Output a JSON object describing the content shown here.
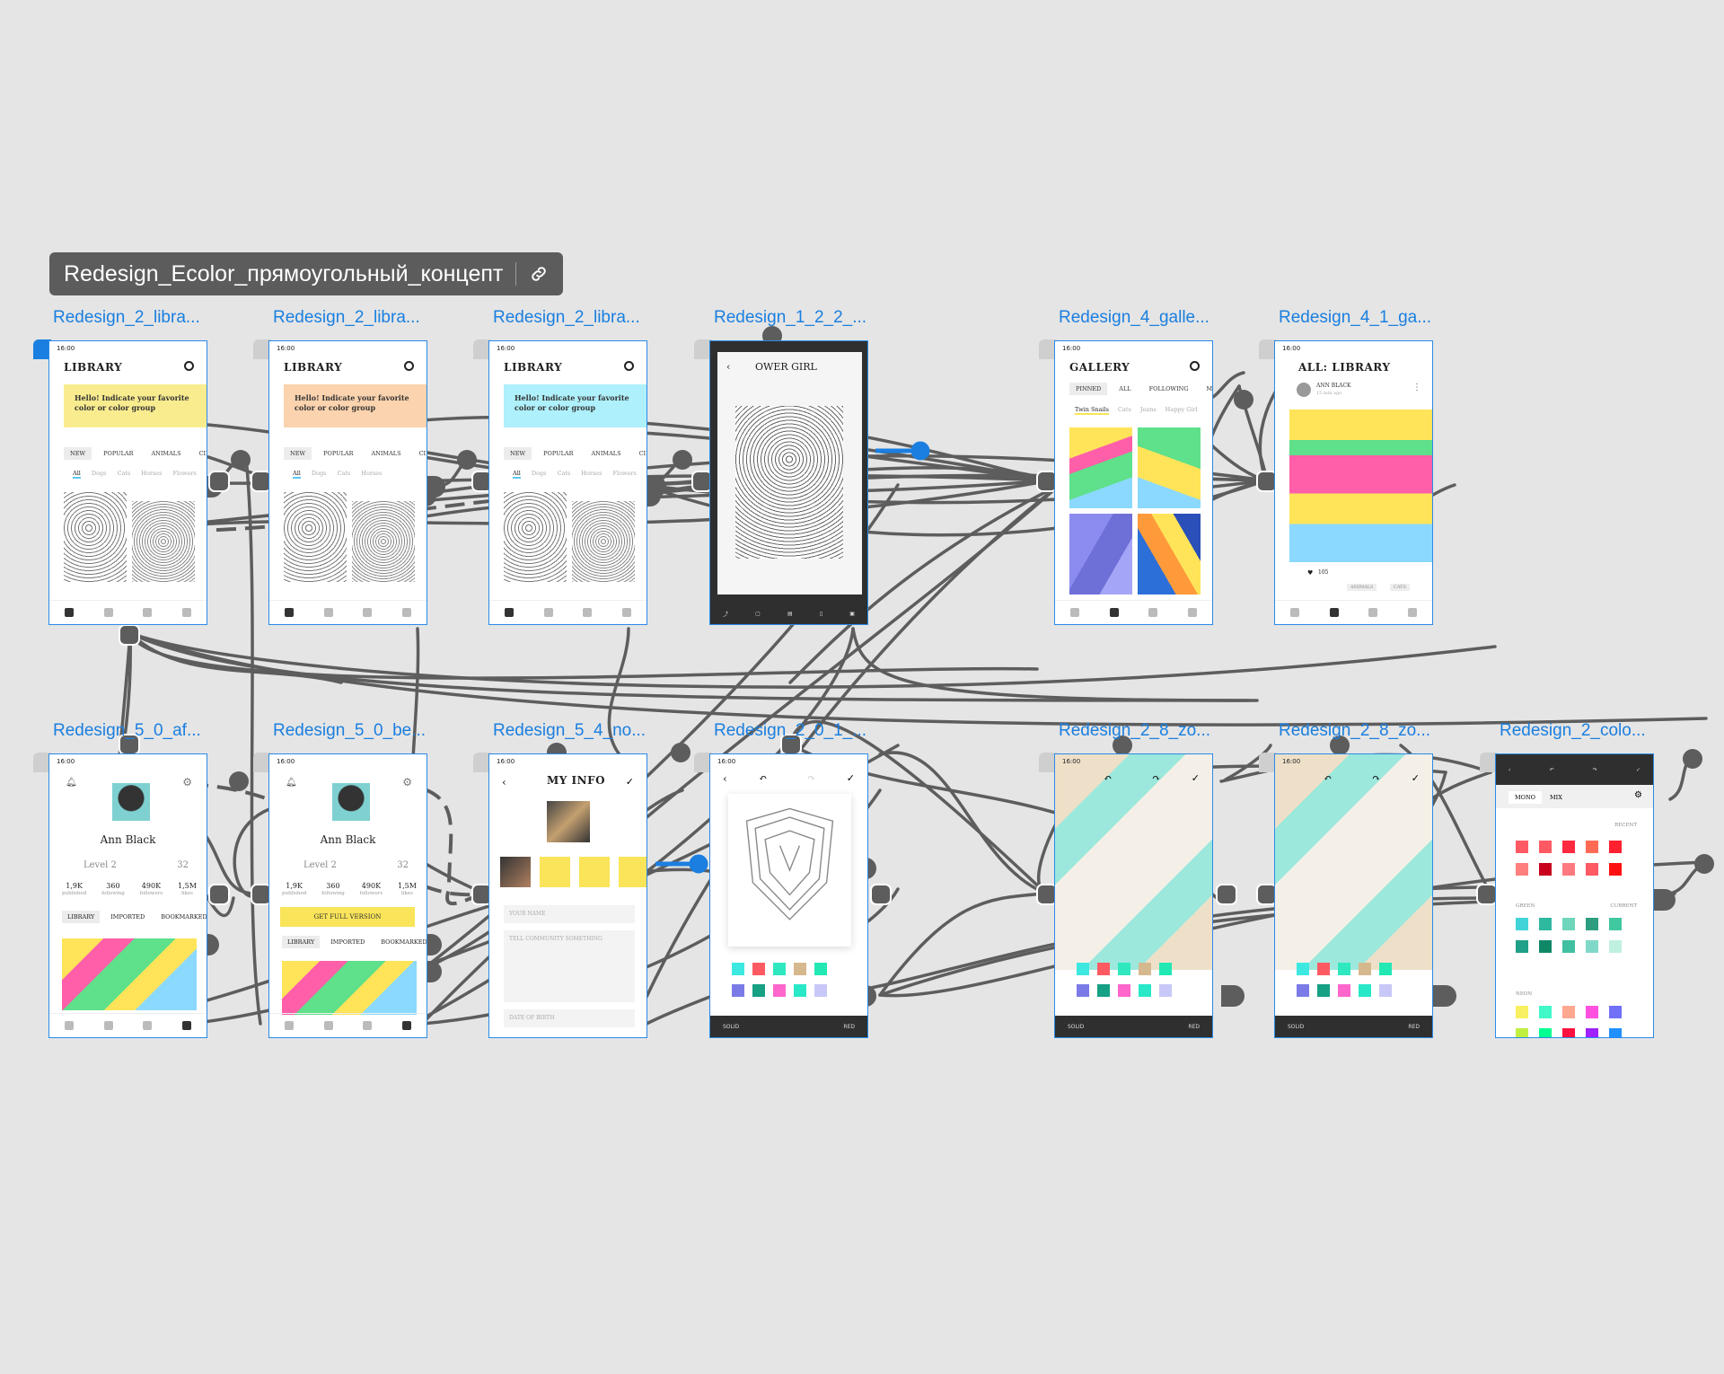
{
  "flow_title": "Redesign_Ecolor_прямоугольный_концепт",
  "artboards": [
    {
      "id": "lib1",
      "label": "Redesign_2_libra..."
    },
    {
      "id": "lib2",
      "label": "Redesign_2_libra..."
    },
    {
      "id": "lib3",
      "label": "Redesign_2_libra..."
    },
    {
      "id": "flower",
      "label": "Redesign_1_2_2_..."
    },
    {
      "id": "gallery",
      "label": "Redesign_4_galle..."
    },
    {
      "id": "gallery2",
      "label": "Redesign_4_1_ga..."
    },
    {
      "id": "prof1",
      "label": "Redesign_5_0_af..."
    },
    {
      "id": "prof2",
      "label": "Redesign_5_0_be..."
    },
    {
      "id": "myinfo",
      "label": "Redesign_5_4_no..."
    },
    {
      "id": "paint1",
      "label": "Redesign_2_0_1_..."
    },
    {
      "id": "zoom1",
      "label": "Redesign_2_8_zo..."
    },
    {
      "id": "zoom2",
      "label": "Redesign_2_8_zo..."
    },
    {
      "id": "colors",
      "label": "Redesign_2_colo..."
    }
  ],
  "screens": {
    "time": "16:00",
    "library": {
      "title": "LIBRARY",
      "banner": "Hello! Indicate your favorite color or color group",
      "chips": [
        "NEW",
        "POPULAR",
        "ANIMALS",
        "CINI"
      ],
      "subchips": [
        "All",
        "Dogs",
        "Cats",
        "Horses",
        "Flowers"
      ],
      "banner_colors": [
        "#f9ec8f",
        "#fbd3ae",
        "#aef0fb"
      ]
    },
    "flower": {
      "title": "OWER GIRL"
    },
    "gallery": {
      "title": "GALLERY",
      "chips": [
        "PINNED",
        "ALL",
        "FOLLOWING",
        "MY LIK"
      ],
      "subchips": [
        "Twin Snails",
        "Cats",
        "Jeans",
        "Happy Girl"
      ]
    },
    "gallery2": {
      "title": "ALL: LIBRARY",
      "user": "ANN BLACK",
      "time_ago": "15 min ago",
      "likes": "105",
      "tag1": "ANIMALS",
      "tag2": "CATS"
    },
    "profile": {
      "name": "Ann Black",
      "level": "Level 2",
      "count": "32",
      "stats": [
        {
          "value": "1,9K",
          "label": "published"
        },
        {
          "value": "360",
          "label": "following"
        },
        {
          "value": "490K",
          "label": "followers"
        },
        {
          "value": "1,5M",
          "label": "likes"
        }
      ],
      "tabs": [
        "LIBRARY",
        "IMPORTED",
        "BOOKMARKED"
      ],
      "tabs2": [
        "LIBRARY",
        "IMPORTED",
        "BOOKMARKED"
      ],
      "get_full": "GET FULL VERSION"
    },
    "myinfo": {
      "title": "MY INFO",
      "name_placeholder": "YOUR NAME",
      "about_placeholder": "TELL COMMUNITY SOMETHING",
      "birth_placeholder": "DATE OF BIRTH"
    },
    "paint": {
      "solid": "SOLID",
      "red": "RED"
    },
    "colors": {
      "mono": "MONO",
      "mix": "MIX",
      "recent": "RECENT",
      "green": "GREEN",
      "current": "CURRENT",
      "neon": "NEON"
    }
  },
  "palette": {
    "paint_swatches": [
      "#3ce8e0",
      "#ff5a64",
      "#2fe8c0",
      "#d6b88e",
      "#22e8b4",
      "#7b7be8",
      "#16a084",
      "#ff66cc",
      "#28e8c8",
      "#c8c8f8"
    ],
    "recent": [
      "#ff5a64",
      "#ff5a64",
      "#ff2a40",
      "#ff6a55",
      "#ff2030",
      "#ff7f7f",
      "#c8001e",
      "#ff7a80",
      "#ff5a64",
      "#ff1010"
    ],
    "green": [
      "#40d4d8",
      "#2eb8a0",
      "#6fd6bc",
      "#2e9e80",
      "#40c8a0",
      "#20a088",
      "#0f8868",
      "#40c0a0",
      "#80d8c8",
      "#c0f0e0"
    ],
    "neon": [
      "#f8f060",
      "#40f8c8",
      "#ffa890",
      "#ff50e0",
      "#7070f8",
      "#c0f040",
      "#00ff90",
      "#ff1040",
      "#a020ff",
      "#2090ff"
    ]
  }
}
